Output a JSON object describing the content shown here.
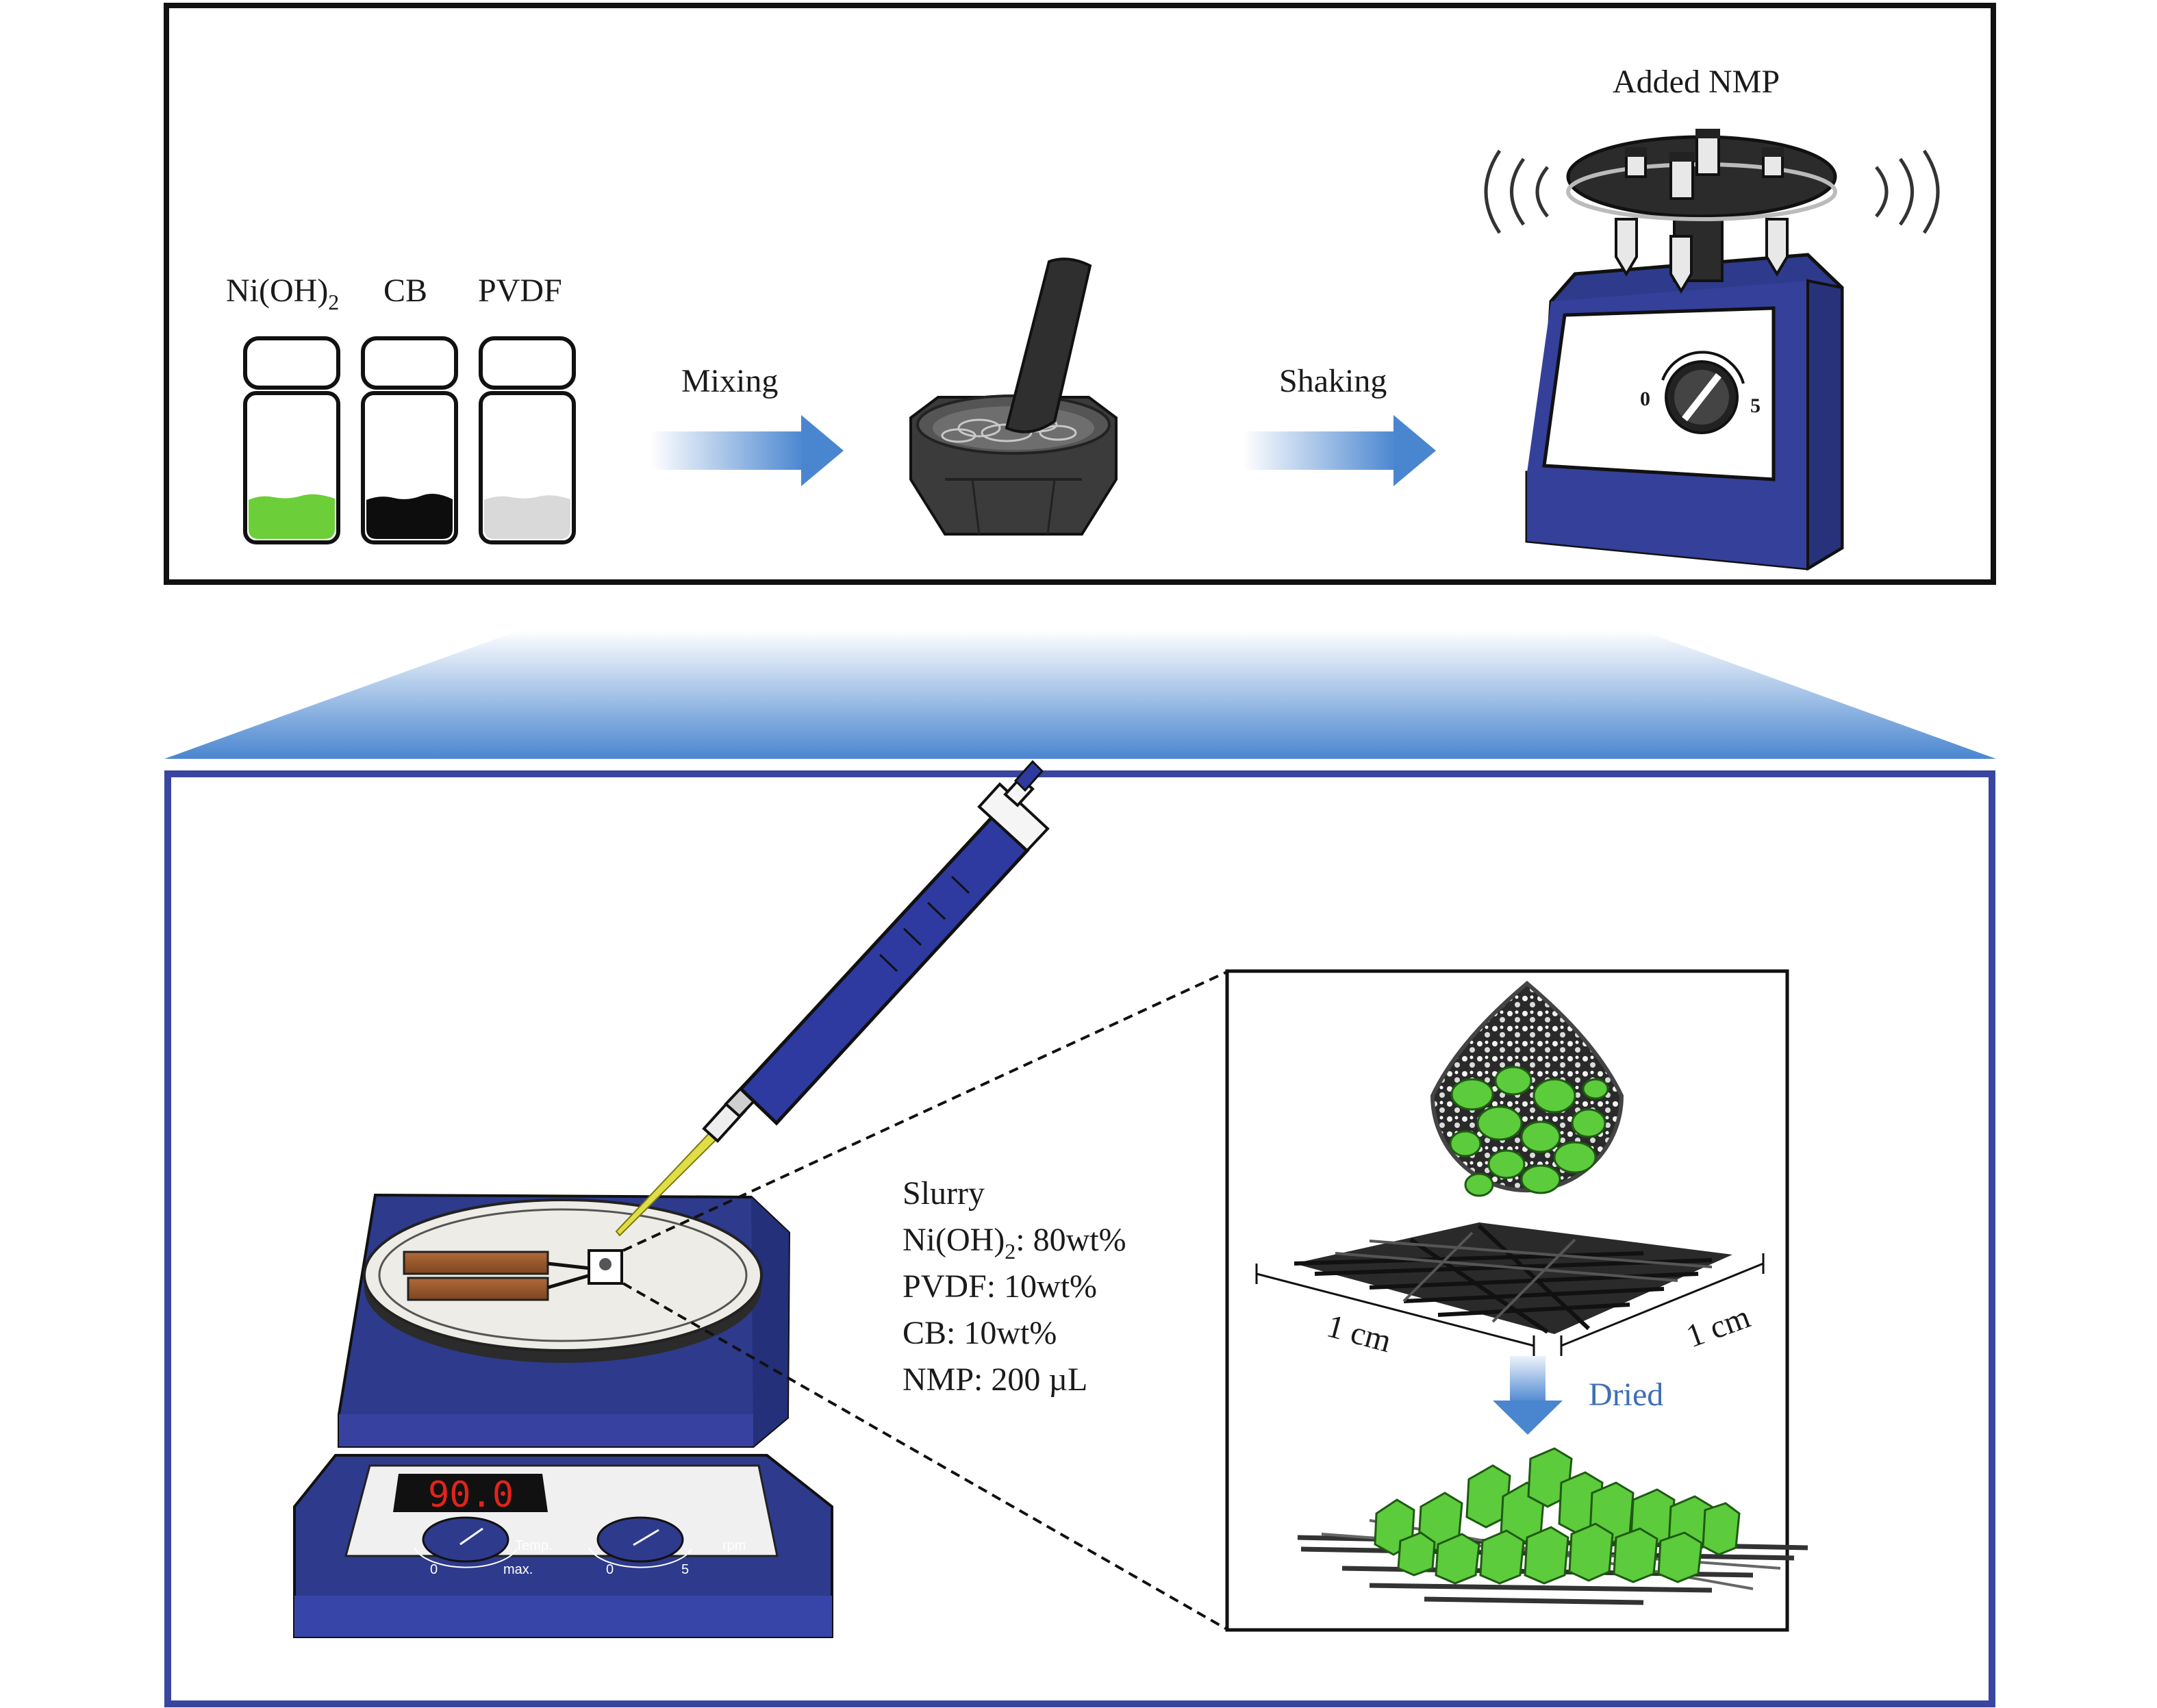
{
  "top_panel": {
    "vials": [
      {
        "label_main": "Ni(OH)",
        "label_sub": "2",
        "fill": "#6ccf3a"
      },
      {
        "label_main": "CB",
        "label_sub": "",
        "fill": "#0d0d0d"
      },
      {
        "label_main": "PVDF",
        "label_sub": "",
        "fill": "#d9d9d9"
      }
    ],
    "step1_label": "Mixing",
    "step2_label": "Shaking",
    "shaker_label": "Added NMP",
    "dial_min": "0",
    "dial_max": "5"
  },
  "bottom_panel": {
    "hotplate_display": "90.0",
    "temp_knob": {
      "label": "Temp.",
      "min": "0",
      "max": "max."
    },
    "rpm_knob": {
      "label": "rpm",
      "min": "0",
      "max": "5"
    },
    "slurry": {
      "title": "Slurry",
      "lines": [
        {
          "main": "Ni(OH)",
          "sub": "2",
          "rest": ": 80wt%"
        },
        {
          "main": "PVDF: 10wt%",
          "sub": "",
          "rest": ""
        },
        {
          "main": "CB: 10wt%",
          "sub": "",
          "rest": ""
        },
        {
          "main": "NMP: 200 µL",
          "sub": "",
          "rest": ""
        }
      ]
    },
    "dim_left": "1 cm",
    "dim_right": "1 cm",
    "dried_label": "Dried"
  },
  "colors": {
    "navy": "#2e3a8c",
    "green": "#5ccb3c",
    "arrow_blue": "#4a86d0",
    "frame_blue": "#3a45a0"
  }
}
